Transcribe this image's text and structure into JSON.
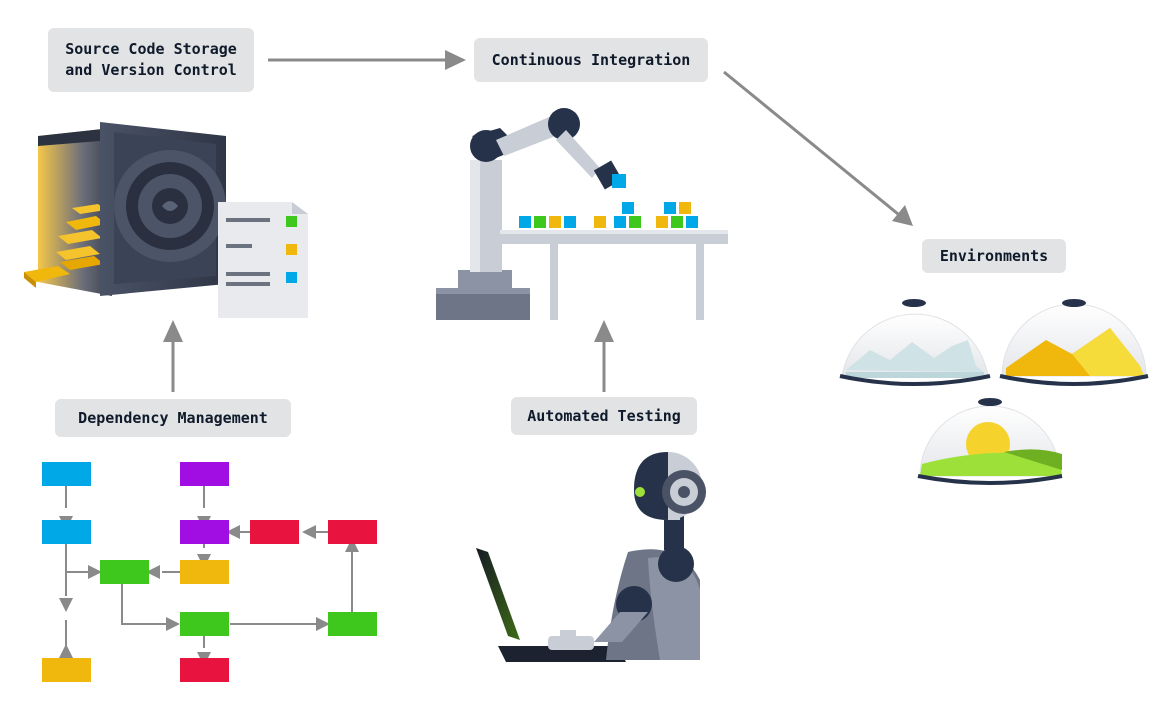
{
  "labels": {
    "source_control": "Source Code Storage\nand Version Control",
    "ci": "Continuous Integration",
    "environments": "Environments",
    "dependency": "Dependency Management",
    "testing": "Automated Testing"
  },
  "colors": {
    "arrow": "#8a8a8a",
    "label_bg": "#e2e3e5",
    "blue": "#00a8e8",
    "green": "#3ec81e",
    "yellow": "#f0b70c",
    "red": "#e8133f",
    "purple": "#a10ee3",
    "navy": "#25324a"
  }
}
